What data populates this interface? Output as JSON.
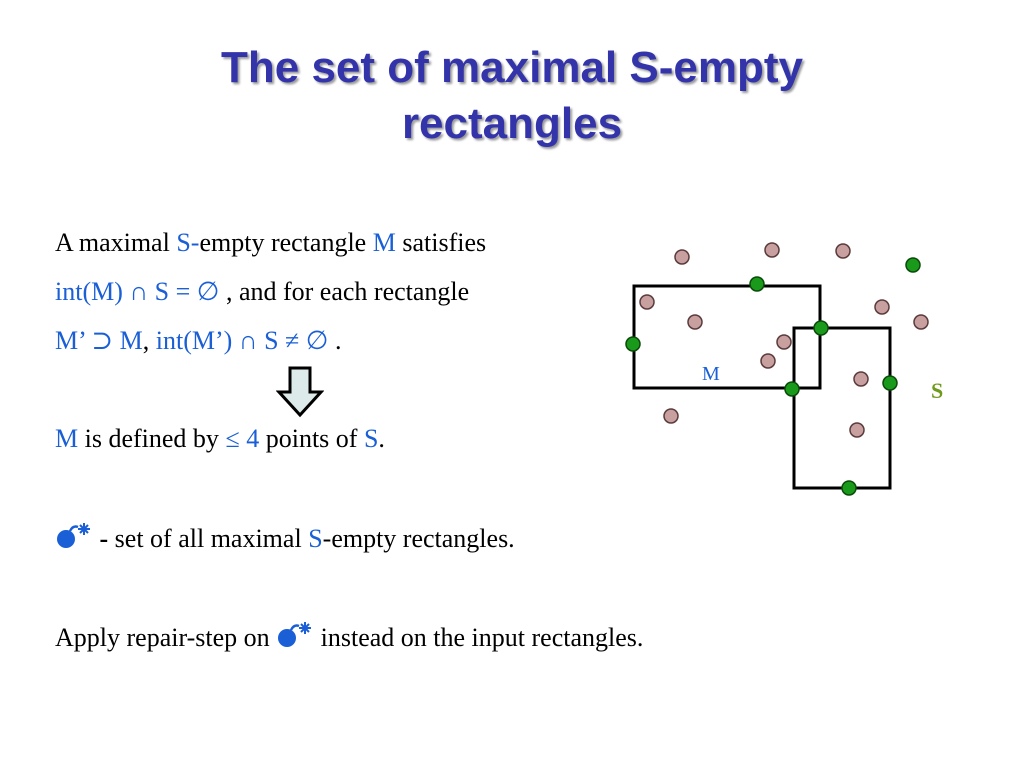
{
  "slide": {
    "title_line1": "The set of maximal S-empty",
    "title_line2": "rectangles"
  },
  "text": {
    "l1_a": "A maximal ",
    "l1_b": "S-",
    "l1_c": "empty rectangle ",
    "l1_d": "M",
    "l1_e": " satisfies",
    "l2_a": "int(M) ",
    "l2_b": "∩ S = ∅",
    "l2_c": " , and for each rectangle",
    "l3_a": "M’ ⊃ M",
    "l3_b": ", ",
    "l3_c": "int(M’) ∩ S ≠ ∅",
    "l3_d": " .",
    "l4_a": "M",
    "l4_b": " is defined by ",
    "l4_c": "≤ 4",
    "l4_d": " points of ",
    "l4_e": "S",
    "l4_f": ".",
    "l5_b": " -  ",
    "l5_c": "set of all maximal ",
    "l5_d": "S",
    "l5_e": "-empty rectangles.",
    "l6_a": "Apply repair-step on ",
    "l6_c": " instead on the input rectangles."
  },
  "diagram": {
    "label_m": "M",
    "label_s": "S",
    "colors": {
      "rect_stroke": "#000000",
      "point_pink": "#c9a0a0",
      "point_green": "#1a9a1a",
      "label_m": "#1a5fd6",
      "label_s": "#6f9a1a"
    }
  },
  "colors": {
    "title": "#3333aa",
    "highlight": "#1a5fd6"
  },
  "icons": [
    "bomb-icon",
    "down-arrow-icon"
  ]
}
